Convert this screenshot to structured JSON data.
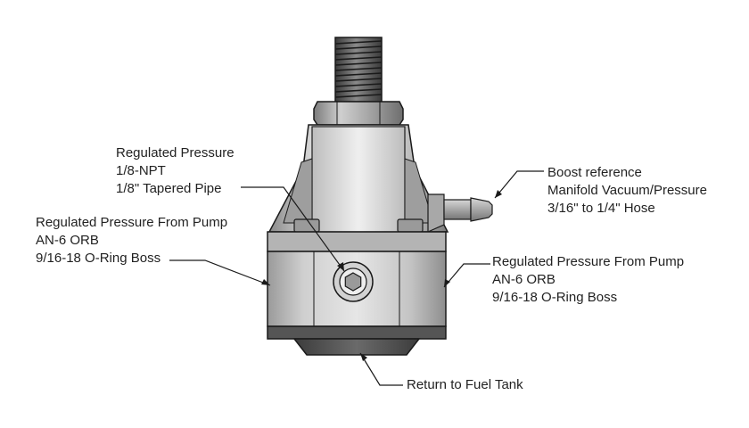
{
  "labels": {
    "regulated_pressure": {
      "lines": [
        "Regulated Pressure",
        "1/8-NPT",
        "1/8\" Tapered Pipe"
      ]
    },
    "boost_reference": {
      "lines": [
        "Boost reference",
        "Manifold Vacuum/Pressure",
        "3/16\" to 1/4\" Hose"
      ]
    },
    "pump_left": {
      "lines": [
        "Regulated Pressure From Pump",
        "AN-6 ORB",
        "9/16-18 O-Ring Boss"
      ]
    },
    "pump_right": {
      "lines": [
        "Regulated Pressure From Pump",
        "AN-6 ORB",
        "9/16-18 O-Ring Boss"
      ]
    },
    "return_tank": {
      "lines": [
        "Return to Fuel Tank"
      ]
    }
  },
  "colors": {
    "outline": "#1a1a1a",
    "steel_light": "#e4e4e4",
    "steel_mid": "#bdbdbd",
    "steel_dark": "#7d7d7d",
    "body_band": "#b8b8b8",
    "bottom_ring": "#4f4f4f",
    "leader_line": "#1a1a1a"
  }
}
